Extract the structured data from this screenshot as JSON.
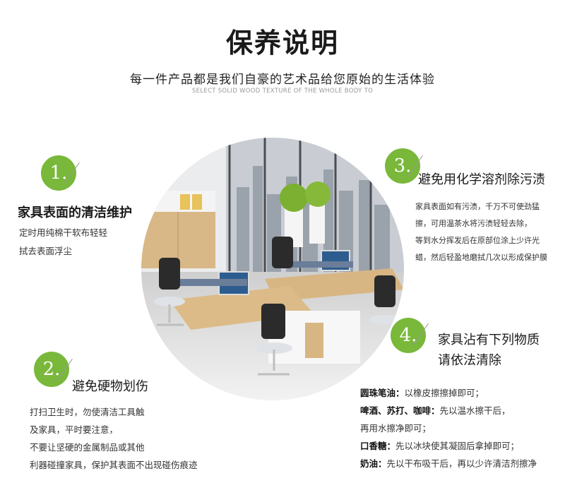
{
  "header": {
    "title": "保养说明",
    "subtitle": "每一件产品都是我们自豪的艺术品给您原始的生活体验",
    "subtitle_en": "SELECT SOLID WOOD TEXTURE OF THE WHOLE BODY TO"
  },
  "colors": {
    "accent": "#79b83a"
  },
  "sections": [
    {
      "num": "1.",
      "title": "家具表面的清洁维护",
      "lines": [
        "定时用纯棉干软布轻轻",
        "拭去表面浮尘"
      ]
    },
    {
      "num": "2.",
      "title": "避免硬物划伤",
      "lines": [
        "打扫卫生时，勿使清洁工具触",
        "及家具，平时要注意，",
        "不要让坚硬的金属制品或其他",
        "利器碰撞家具，保护其表面不出现碰伤痕迹"
      ]
    },
    {
      "num": "3.",
      "title": "避免用化学溶剂除污渍",
      "lines": [
        "家具表面如有污渍，千万不可使劲猛",
        "擦，可用温茶水将污渍轻轻去除，",
        "等到水分挥发后在原部位涂上少许光",
        "蜡，然后轻盈地磨拭几次以形成保护膜"
      ]
    },
    {
      "num": "4.",
      "title_lines": [
        "家具沾有下列物质",
        "请依法清除"
      ],
      "items": [
        {
          "label": "圆珠笔油：",
          "text": "以橡皮擦擦掉即可；"
        },
        {
          "label": "啤酒、苏打、咖啡：",
          "text": "先以温水擦干后，"
        },
        {
          "label": "",
          "text": "再用水擦净即可；"
        },
        {
          "label": "口香糖：",
          "text": "先以冰块使其凝固后拿掉即可；"
        },
        {
          "label": "奶油：",
          "text": "先以干布吸干后，再以少许清洁剂擦净"
        }
      ]
    }
  ]
}
